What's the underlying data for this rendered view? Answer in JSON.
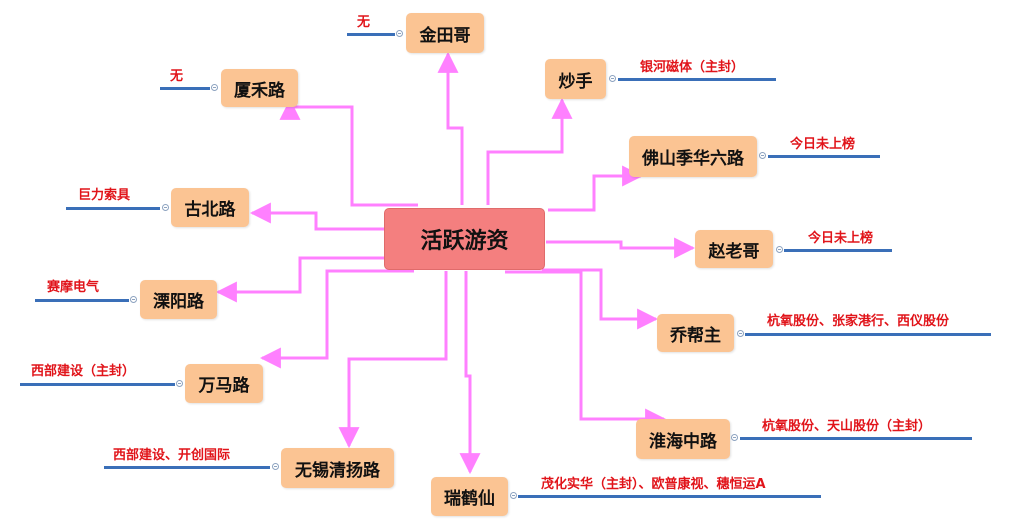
{
  "center": "活跃游资",
  "nodes": [
    {
      "id": "jintiange",
      "label": "金田哥",
      "note": "无"
    },
    {
      "id": "xiahelu",
      "label": "厦禾路",
      "note": "无"
    },
    {
      "id": "chaoshou",
      "label": "炒手",
      "note": "银河磁体（主封）"
    },
    {
      "id": "foshan",
      "label": "佛山季华六路",
      "note": "今日未上榜"
    },
    {
      "id": "gubeilu",
      "label": "古北路",
      "note": "巨力索具"
    },
    {
      "id": "zhaolaoge",
      "label": "赵老哥",
      "note": "今日未上榜"
    },
    {
      "id": "liyanglu",
      "label": "溧阳路",
      "note": "赛摩电气"
    },
    {
      "id": "qiaobangzhu",
      "label": "乔帮主",
      "note": "杭氧股份、张家港行、西仪股份"
    },
    {
      "id": "wamalu",
      "label": "万马路",
      "note": "西部建设（主封）"
    },
    {
      "id": "huaihai",
      "label": "淮海中路",
      "note": "杭氧股份、天山股份（主封）"
    },
    {
      "id": "wuxi",
      "label": "无锡清扬路",
      "note": "西部建设、开创国际"
    },
    {
      "id": "ruihexian",
      "label": "瑞鹤仙",
      "note": "茂化实华（主封）、欧普康视、穗恒运A"
    }
  ],
  "colors": {
    "center": "#f47f7f",
    "node": "#fbc493",
    "connector": "#ff80ff",
    "note": "#e1141a",
    "underline": "#3a6fb8"
  }
}
